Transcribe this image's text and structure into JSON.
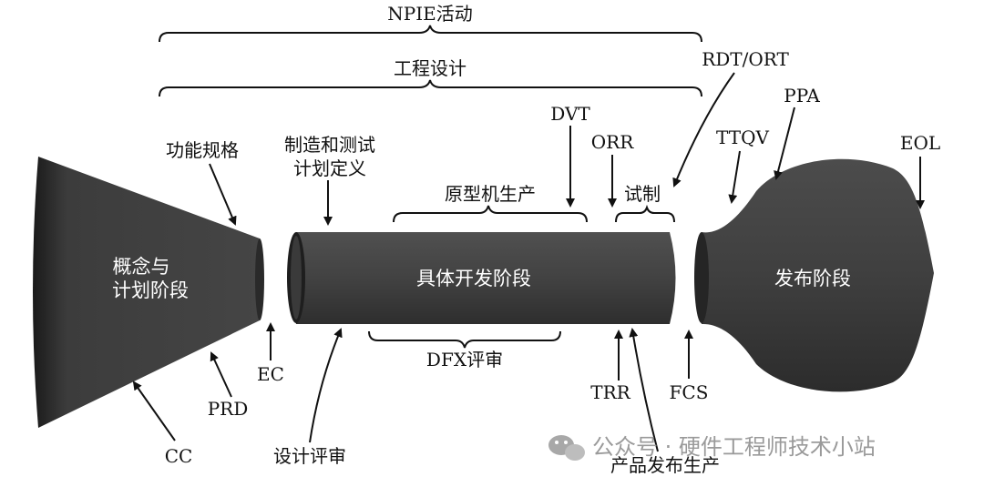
{
  "diagram": {
    "top_labels": {
      "npie": "NPIE活动",
      "engineering": "工程设计",
      "rdt_ort": "RDT/ORT",
      "ppa": "PPA",
      "dvt": "DVT",
      "orr": "ORR",
      "ttqv": "TTQV",
      "eol": "EOL",
      "functional_spec": "功能规格",
      "mfg_test_line1": "制造和测试",
      "mfg_test_line2": "计划定义",
      "prototype": "原型机生产",
      "trial": "试制"
    },
    "stages": {
      "concept_line1": "概念与",
      "concept_line2": "计划阶段",
      "development": "具体开发阶段",
      "release": "发布阶段"
    },
    "bottom_labels": {
      "dfx": "DFX评审",
      "ec": "EC",
      "prd": "PRD",
      "cc": "CC",
      "design_review": "设计评审",
      "trr": "TRR",
      "fcs": "FCS",
      "product_release": "产品发布生产"
    },
    "watermark": "公众号 · 硬件工程师技术小站"
  }
}
